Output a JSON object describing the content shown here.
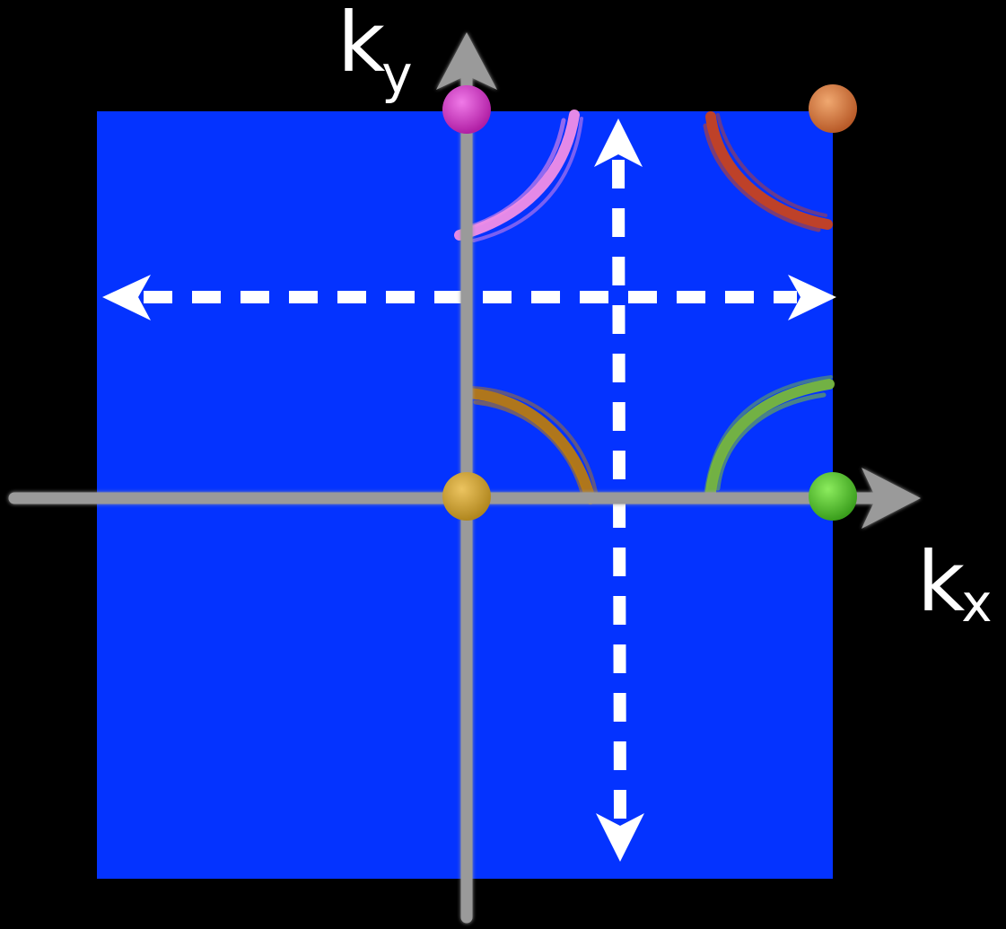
{
  "axes": {
    "y_symbol": "k",
    "y_subscript": "y",
    "x_symbol": "k",
    "x_subscript": "x"
  },
  "colors": {
    "background": "#000000",
    "zone": "#0433ff",
    "axis": "#9a9a9a",
    "arrows": "#ffffff"
  },
  "points": [
    {
      "name": "magenta",
      "color": "#d63cc8"
    },
    {
      "name": "orange",
      "color": "#d9804a"
    },
    {
      "name": "gold",
      "color": "#d4a83c"
    },
    {
      "name": "green",
      "color": "#5cc83a"
    }
  ],
  "arcs": [
    {
      "name": "pink",
      "color": "#f08ee6"
    },
    {
      "name": "red",
      "color": "#c8421e"
    },
    {
      "name": "brown",
      "color": "#b87a10"
    },
    {
      "name": "lime",
      "color": "#78b83a"
    }
  ]
}
